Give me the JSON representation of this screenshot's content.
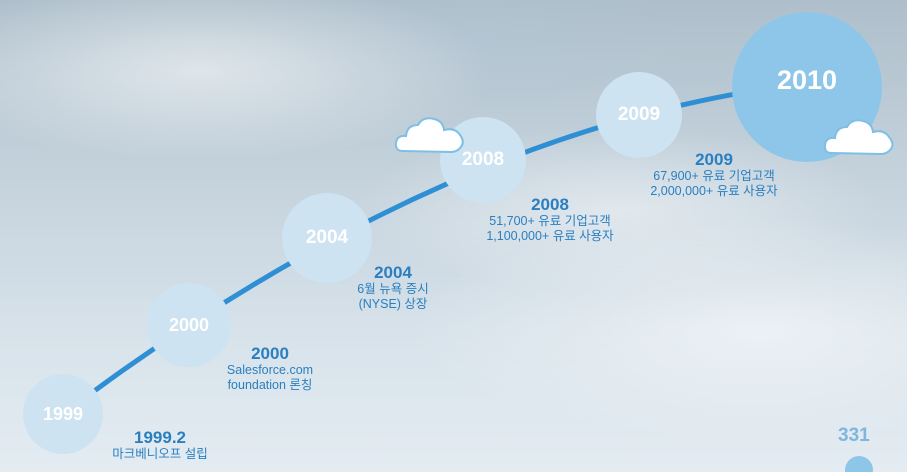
{
  "milestones": [
    {
      "circle": "1999",
      "year": "1999.2",
      "lines": [
        "마크베니오프 설립"
      ]
    },
    {
      "circle": "2000",
      "year": "2000",
      "lines": [
        "Salesforce.com",
        "foundation 론칭"
      ]
    },
    {
      "circle": "2004",
      "year": "2004",
      "lines": [
        "6월 뉴욕 증시",
        "(NYSE) 상장"
      ]
    },
    {
      "circle": "2008",
      "year": "2008",
      "lines": [
        "51,700+ 유료 기업고객",
        "1,100,000+ 유료 사용자"
      ]
    },
    {
      "circle": "2009",
      "year": "2009",
      "lines": [
        "67,900+ 유료 기업고객",
        "2,000,000+ 유료 사용자"
      ]
    },
    {
      "circle": "2010"
    }
  ],
  "page_number": "331",
  "colors": {
    "accent": "#2a7fc1",
    "curve": "#2f8fd4",
    "circle_light": "#cde3f1",
    "circle_big": "#8ec6ea"
  }
}
